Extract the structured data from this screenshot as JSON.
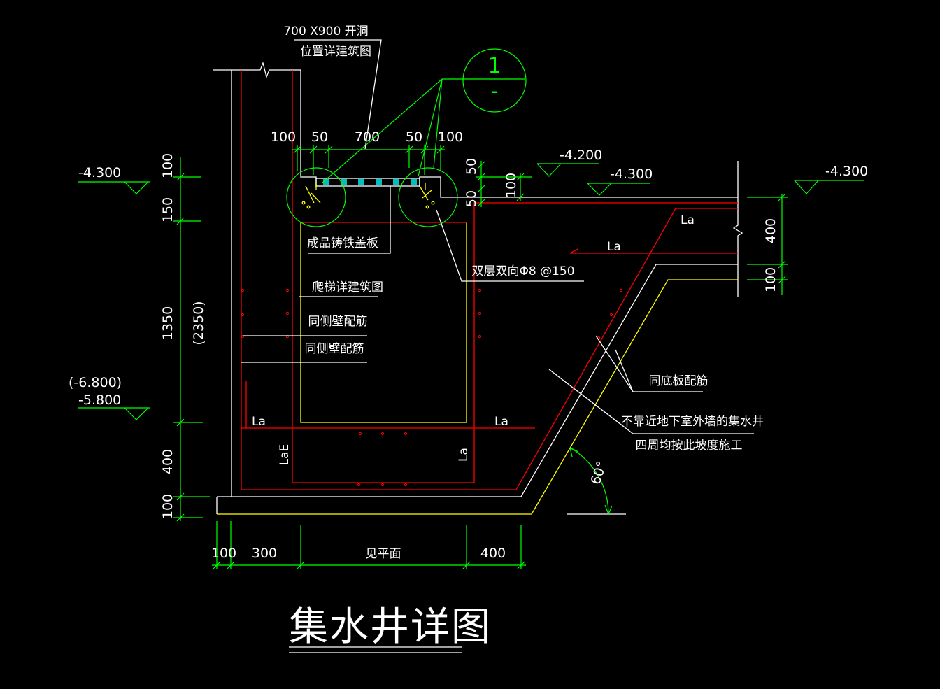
{
  "title": "集水井详图",
  "annotations": {
    "opening": "700 X900 开洞",
    "opening_ref": "位置详建筑图",
    "cover_plate": "成品铸铁盖板",
    "rebar": "双层双向Φ8 @150",
    "ladder": "爬梯详建筑图",
    "side_wall_1": "同侧壁配筋",
    "side_wall_2": "同侧壁配筋",
    "bottom_slab": "同底板配筋",
    "pit_note_1": "不靠近地下室外墙的集水井",
    "pit_note_2": "四周均按此坡度施工",
    "angle": "60°"
  },
  "section": {
    "number": "1",
    "sheet": "-"
  },
  "levels": {
    "left_top": "-4.300",
    "left_pit_alt": "(-6.800)",
    "left_pit": "-5.800",
    "cover": "-4.200",
    "floor_mid": "-4.300",
    "floor_right": "-4.300"
  },
  "dims": {
    "top": [
      "100",
      "50",
      "700",
      "50",
      "100"
    ],
    "cover_side": [
      "50",
      "50"
    ],
    "cover_depth": "100",
    "left": [
      "100",
      "150",
      "1350",
      "400",
      "100"
    ],
    "left_total": "(2350)",
    "right": [
      "400",
      "100"
    ],
    "bottom": [
      "100",
      "300",
      "见平面",
      "400"
    ]
  },
  "anchorage": {
    "slab_top": "La",
    "slab_mid": "La",
    "bottom_left": "La",
    "bottom_right": "La",
    "wall_left": "LaE",
    "wall_right": "La"
  },
  "colors": {
    "background": "#000000",
    "white": "#ffffff",
    "red": "#ff0000",
    "green": "#00ff00",
    "yellow": "#ffff00",
    "cyan": "#00ffff"
  }
}
